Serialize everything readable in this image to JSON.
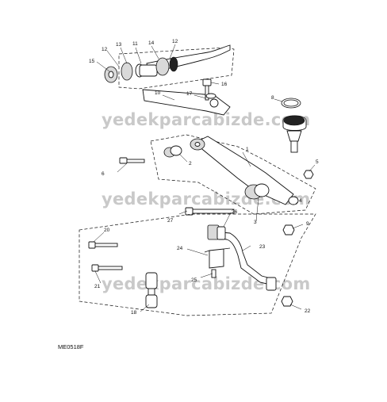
{
  "diagram": {
    "reference_code": "ME0518F",
    "watermark": "yedekparcabizde.com",
    "callouts": [
      "1",
      "2",
      "3",
      "4",
      "5",
      "6",
      "8",
      "9",
      "10",
      "11",
      "12",
      "12",
      "13",
      "14",
      "15",
      "16",
      "17",
      "18",
      "20",
      "21",
      "22",
      "23",
      "24",
      "25",
      "26",
      "27"
    ]
  }
}
